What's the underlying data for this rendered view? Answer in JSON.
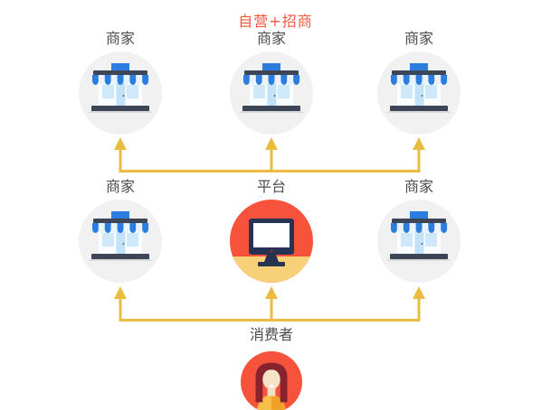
{
  "diagram": {
    "title": "自营+招商",
    "top_row": {
      "merchants": [
        {
          "label": "商家"
        },
        {
          "label": "商家"
        },
        {
          "label": "商家"
        }
      ]
    },
    "middle_row": {
      "left_merchant": {
        "label": "商家"
      },
      "platform": {
        "label": "平台"
      },
      "right_merchant": {
        "label": "商家"
      }
    },
    "bottom_row": {
      "consumer": {
        "label": "消费者"
      }
    },
    "icons": {
      "merchant": "storefront-icon",
      "platform": "monitor-icon",
      "consumer": "person-icon",
      "connectors": "up-arrow-icons"
    },
    "colors": {
      "title_accent": "#f4573a",
      "label_text": "#4c4c4c",
      "arrow_gold": "#eabc3f",
      "merchant_circle_bg": "#f1f1f1",
      "platform_circle_bg": "#f7523b",
      "platform_circle_accent": "#f7d077",
      "consumer_circle_bg": "#f7523b",
      "store_blue": "#2b7de0",
      "store_slate": "#3d4656",
      "monitor_navy": "#273352"
    }
  }
}
